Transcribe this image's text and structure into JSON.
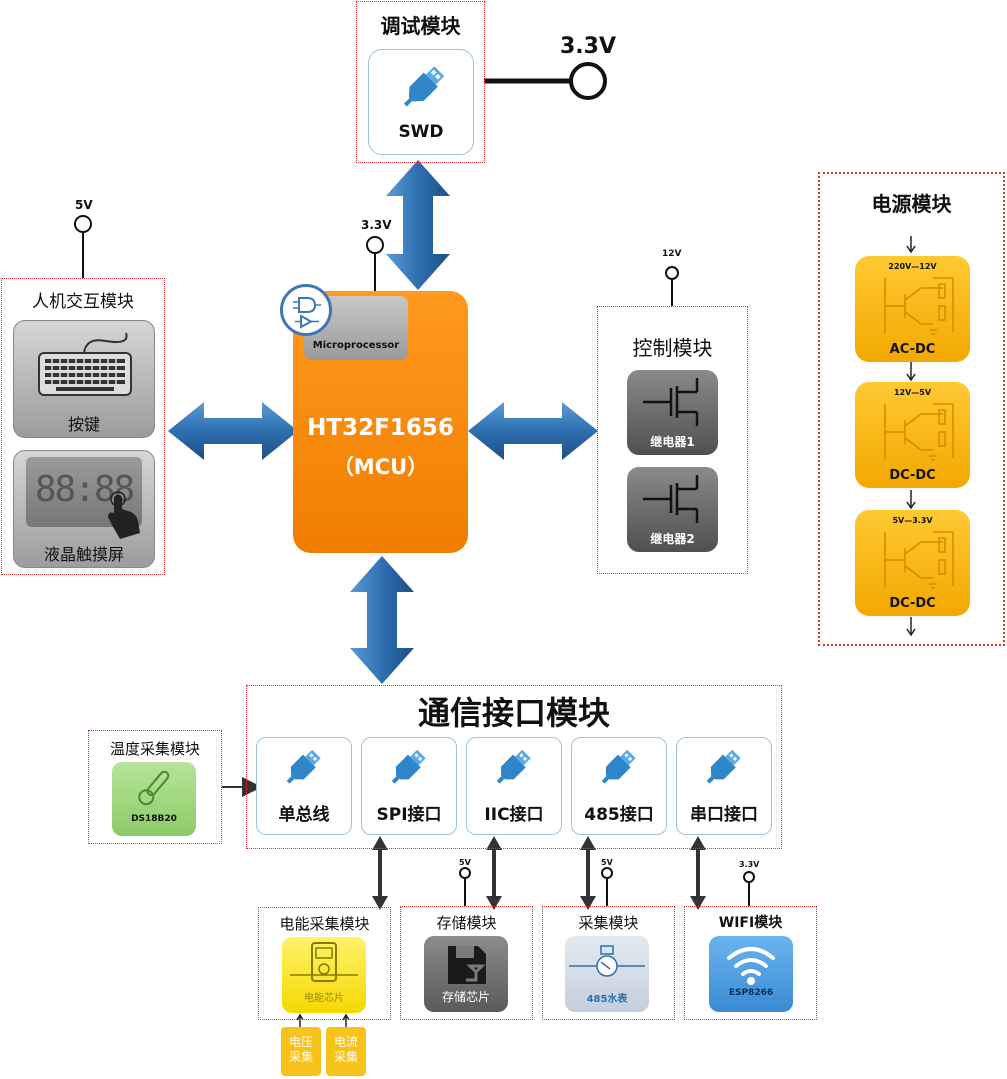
{
  "debug": {
    "title": "调试模块",
    "label": "SWD",
    "voltage": "3.3V"
  },
  "mcu": {
    "name": "HT32F1656",
    "sub": "（MCU）",
    "chip_label": "Microprocessor",
    "voltage": "3.3V"
  },
  "hmi": {
    "title": "人机交互模块",
    "voltage": "5V",
    "key_label": "按键",
    "lcd_label": "液晶触摸屏"
  },
  "control": {
    "title": "控制模块",
    "voltage": "12V",
    "relay1": "继电器1",
    "relay2": "继电器2"
  },
  "power": {
    "title": "电源模块",
    "stages": [
      {
        "top": "220V—12V",
        "bottom": "AC-DC"
      },
      {
        "top": "12V—5V",
        "bottom": "DC-DC"
      },
      {
        "top": "5V—3.3V",
        "bottom": "DC-DC"
      }
    ]
  },
  "comm": {
    "title": "通信接口模块",
    "interfaces": [
      "单总线",
      "SPI接口",
      "IIC接口",
      "485接口",
      "串口接口"
    ]
  },
  "temp": {
    "title": "温度采集模块",
    "chip": "DS18B20"
  },
  "energy": {
    "title": "电能采集模块",
    "chip": "电能芯片",
    "voltage_in": "电压采集",
    "current_in": "电流采集"
  },
  "storage": {
    "title": "存储模块",
    "chip": "存储芯片",
    "voltage": "5V"
  },
  "collect": {
    "title": "采集模块",
    "chip": "485水表",
    "voltage": "5V"
  },
  "wifi": {
    "title": "WIFI模块",
    "chip": "ESP8266",
    "voltage": "3.3V"
  }
}
